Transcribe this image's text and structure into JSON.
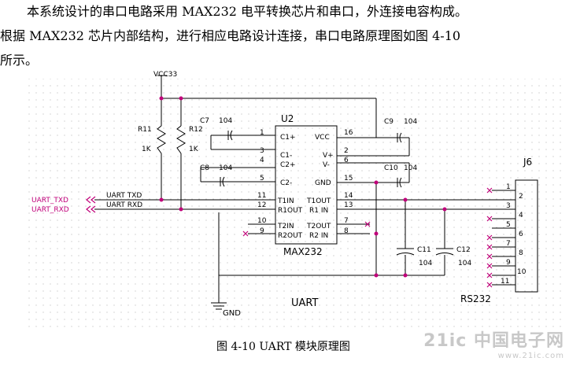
{
  "paragraph": {
    "line1": "本系统设计的串口电路采用 MAX232 电平转换芯片和串口，外连接电容构成。",
    "line2": "根据 MAX232 芯片内部结构，进行相应电路设计连接，串口电路原理图如图 4-10",
    "line3": "所示。"
  },
  "schematic": {
    "vcc": "VCC33",
    "gnd": "GND",
    "chip_ref": "U2",
    "chip_name": "MAX232",
    "block_label": "UART",
    "connector_ref": "J6",
    "connector_name": "RS232",
    "r11": "R11",
    "r12": "R12",
    "r11_val": "1K",
    "r12_val": "1K",
    "c7": "C7",
    "c8": "C8",
    "c9": "C9",
    "c10": "C10",
    "c11": "C11",
    "c12": "C12",
    "cap_val": "104",
    "net_tx": "UART_TXD",
    "net_rx": "UART_RXD",
    "net_tx_small": "UART TXD",
    "net_rx_small": "UART RXD",
    "left_pins": [
      {
        "num": "1",
        "name": "C1+"
      },
      {
        "num": "3",
        "name": "C1-"
      },
      {
        "num": "4",
        "name": "C2+"
      },
      {
        "num": "5",
        "name": "C2-"
      },
      {
        "num": "11",
        "name": "T1IN"
      },
      {
        "num": "12",
        "name": "R1OUT"
      },
      {
        "num": "10",
        "name": "T2IN"
      },
      {
        "num": "9",
        "name": "R2OUT"
      }
    ],
    "right_pins": [
      {
        "num": "16",
        "name": "VCC"
      },
      {
        "num": "2",
        "name": "V+"
      },
      {
        "num": "6",
        "name": "V-"
      },
      {
        "num": "15",
        "name": "GND"
      },
      {
        "num": "14",
        "name": "T1OUT"
      },
      {
        "num": "13",
        "name": "R1 IN"
      },
      {
        "num": "7",
        "name": "T2OUT"
      },
      {
        "num": "8",
        "name": "R2 IN"
      }
    ],
    "connector_pins": [
      "1",
      "2",
      "3",
      "4",
      "5",
      "6",
      "7",
      "8",
      "9",
      "10",
      "11"
    ]
  },
  "caption": "图 4-10 UART 模块原理图",
  "watermark": {
    "main": "21ic 中国电子网",
    "sub": "www.21ic.com"
  }
}
